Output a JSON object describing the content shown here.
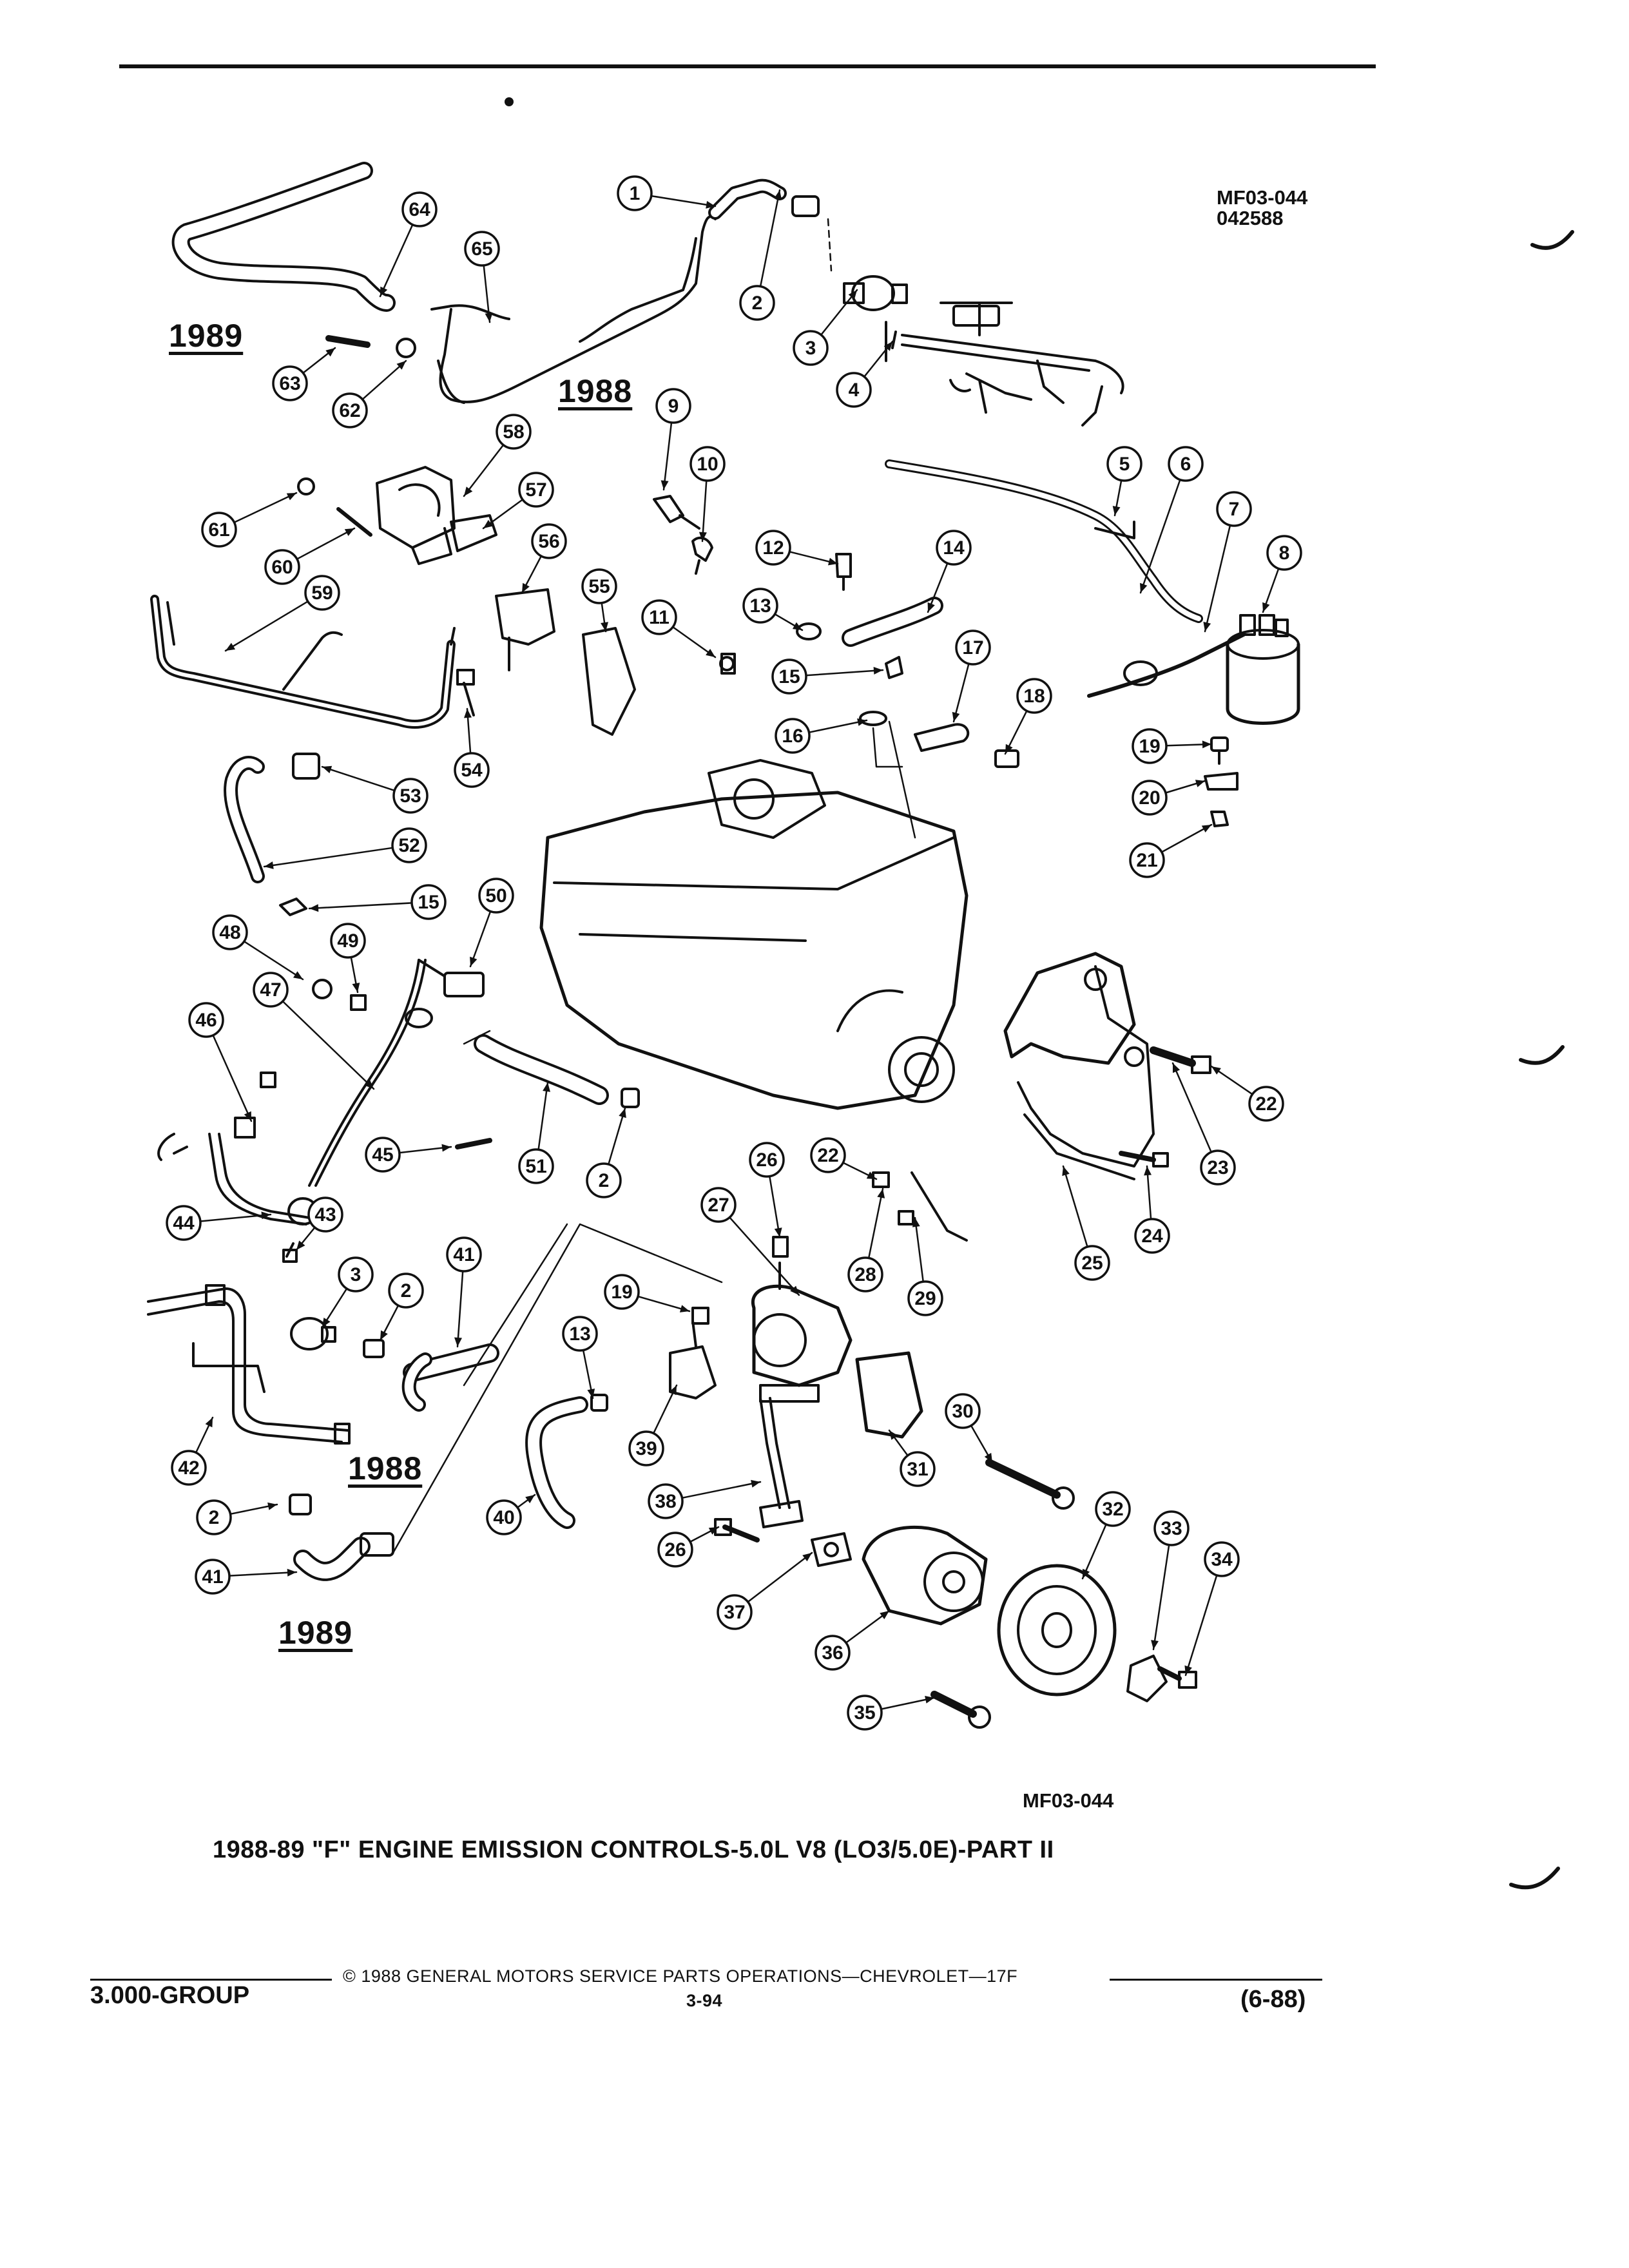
{
  "page": {
    "figure_code_top": "MF03-044",
    "figure_date": "042588",
    "figure_code_bottom": "MF03-044",
    "title": "1988-89 \"F\" ENGINE EMISSION CONTROLS-5.0L V8 (LO3/5.0E)-PART II",
    "footer": {
      "group": "3.000-GROUP",
      "copyright": "© 1988 GENERAL MOTORS SERVICE PARTS OPERATIONS—CHEVROLET—17F",
      "page_number": "3-94",
      "revision": "(6-88)"
    }
  },
  "year_labels": [
    "1989",
    "1988",
    "1988",
    "1989"
  ],
  "callouts": [
    {
      "n": "1"
    },
    {
      "n": "2"
    },
    {
      "n": "3"
    },
    {
      "n": "4"
    },
    {
      "n": "5"
    },
    {
      "n": "6"
    },
    {
      "n": "7"
    },
    {
      "n": "8"
    },
    {
      "n": "9"
    },
    {
      "n": "10"
    },
    {
      "n": "11"
    },
    {
      "n": "12"
    },
    {
      "n": "13"
    },
    {
      "n": "14"
    },
    {
      "n": "15"
    },
    {
      "n": "16"
    },
    {
      "n": "17"
    },
    {
      "n": "18"
    },
    {
      "n": "19"
    },
    {
      "n": "20"
    },
    {
      "n": "21"
    },
    {
      "n": "22"
    },
    {
      "n": "23"
    },
    {
      "n": "24"
    },
    {
      "n": "25"
    },
    {
      "n": "22"
    },
    {
      "n": "26"
    },
    {
      "n": "27"
    },
    {
      "n": "28"
    },
    {
      "n": "29"
    },
    {
      "n": "30"
    },
    {
      "n": "31"
    },
    {
      "n": "32"
    },
    {
      "n": "33"
    },
    {
      "n": "34"
    },
    {
      "n": "35"
    },
    {
      "n": "36"
    },
    {
      "n": "37"
    },
    {
      "n": "26"
    },
    {
      "n": "38"
    },
    {
      "n": "39"
    },
    {
      "n": "19"
    },
    {
      "n": "40"
    },
    {
      "n": "13"
    },
    {
      "n": "41"
    },
    {
      "n": "2"
    },
    {
      "n": "3"
    },
    {
      "n": "42"
    },
    {
      "n": "2"
    },
    {
      "n": "41"
    },
    {
      "n": "43"
    },
    {
      "n": "44"
    },
    {
      "n": "45"
    },
    {
      "n": "46"
    },
    {
      "n": "47"
    },
    {
      "n": "48"
    },
    {
      "n": "49"
    },
    {
      "n": "50"
    },
    {
      "n": "51"
    },
    {
      "n": "2"
    },
    {
      "n": "15"
    },
    {
      "n": "52"
    },
    {
      "n": "53"
    },
    {
      "n": "54"
    },
    {
      "n": "55"
    },
    {
      "n": "56"
    },
    {
      "n": "57"
    },
    {
      "n": "58"
    },
    {
      "n": "59"
    },
    {
      "n": "60"
    },
    {
      "n": "61"
    },
    {
      "n": "62"
    },
    {
      "n": "63"
    },
    {
      "n": "64"
    },
    {
      "n": "65"
    }
  ]
}
